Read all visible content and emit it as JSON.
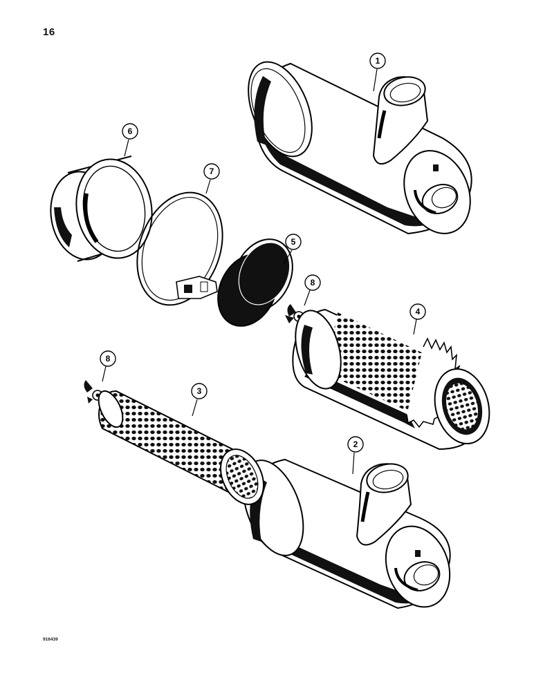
{
  "page": {
    "number": "16",
    "figure_code": "916439"
  },
  "callouts": {
    "c1": "1",
    "c2": "2",
    "c3": "3",
    "c4": "4",
    "c5": "5",
    "c6": "6",
    "c7": "7",
    "c8a": "8",
    "c8b": "8"
  },
  "parts": [
    {
      "ref": "1",
      "name": "air-cleaner-housing-upper"
    },
    {
      "ref": "2",
      "name": "air-cleaner-housing-lower"
    },
    {
      "ref": "3",
      "name": "inner-filter-element"
    },
    {
      "ref": "4",
      "name": "outer-filter-element"
    },
    {
      "ref": "5",
      "name": "cap"
    },
    {
      "ref": "6",
      "name": "end-cover"
    },
    {
      "ref": "7",
      "name": "clamp-band"
    },
    {
      "ref": "8",
      "name": "wing-nut"
    }
  ]
}
